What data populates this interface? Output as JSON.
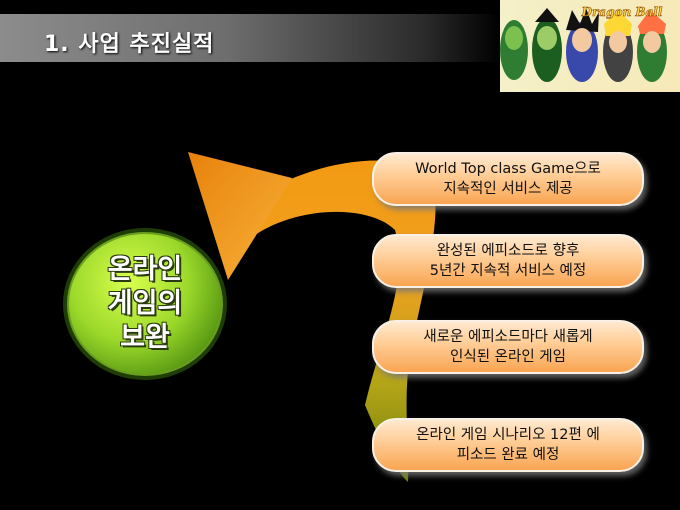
{
  "header": {
    "title": "1. 사업 추진실적"
  },
  "banner": {
    "logo_text": "Dragon Ball"
  },
  "center": {
    "lines": [
      "온라인",
      "게임의",
      "보완"
    ]
  },
  "items": [
    {
      "line1": "World Top class Game으로",
      "line2": "지속적인 서비스 제공"
    },
    {
      "line1": "완성된 에피소드로 향후",
      "line2": "5년간 지속적 서비스 예정"
    },
    {
      "line1": "새로운 에피소드마다 새롭게",
      "line2": "인식된 온라인 게임"
    },
    {
      "line1": "온라인 게임 시나리오 12편 에",
      "line2": "피소드 완료 예정"
    }
  ],
  "colors": {
    "arrow_top": "#f39a12",
    "arrow_bottom": "#8a9a10",
    "circle": "#9bd82a",
    "pill": "#ffcf9a"
  }
}
